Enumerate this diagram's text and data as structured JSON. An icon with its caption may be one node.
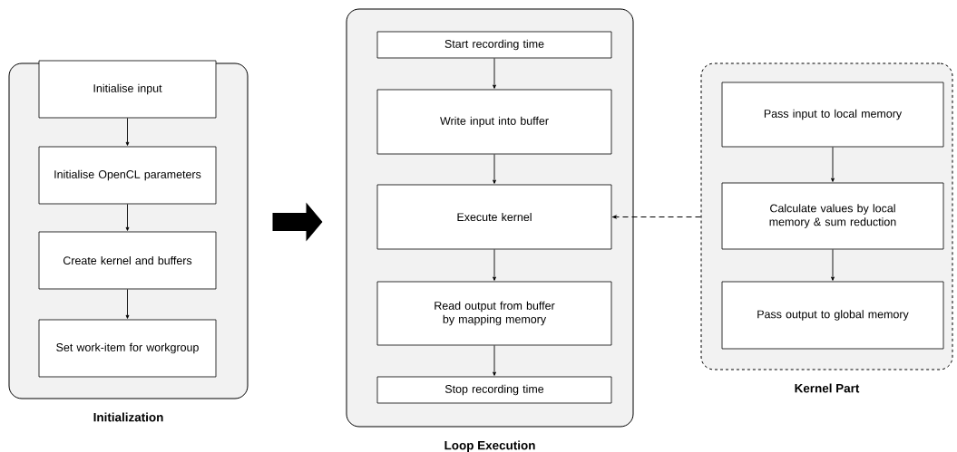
{
  "diagram": {
    "nodes": [
      {
        "text": [
          "Initialization"
        ]
      },
      {
        "text": [
          "Initialise input"
        ],
        "in": 0
      },
      {
        "text": [
          "Initialise OpenCL parameters"
        ],
        "in": 0
      },
      {
        "text": [
          "Create kernel and buffers"
        ],
        "in": 0
      },
      {
        "text": [
          "Set work-item for workgroup"
        ],
        "in": 0
      },
      {
        "text": [
          "Loop Execution"
        ]
      },
      {
        "text": [
          "Start recording time"
        ],
        "in": 5
      },
      {
        "text": [
          "Write input into buffer"
        ],
        "in": 5
      },
      {
        "text": [
          "Execute kernel"
        ],
        "in": 5
      },
      {
        "text": [
          "Read output from buffer by mapping memory"
        ],
        "in": 5
      },
      {
        "text": [
          "Stop recording time"
        ],
        "in": 5
      },
      {
        "text": [
          "Kernel Part"
        ]
      },
      {
        "text": [
          "Pass input to local memory"
        ],
        "in": 11
      },
      {
        "text": [
          "Calculate values by local memory & sum reduction"
        ],
        "in": 11
      },
      {
        "text": [
          "Pass output to global memory"
        ],
        "in": 11
      }
    ],
    "edges": [
      {
        "from": 1,
        "to": 2,
        "arrow": "to"
      },
      {
        "from": 2,
        "to": 3,
        "arrow": "to"
      },
      {
        "from": 3,
        "to": 4,
        "arrow": "to"
      },
      {
        "from": 0,
        "to": 5,
        "arrow": "to",
        "style": "thick"
      },
      {
        "from": 6,
        "to": 7,
        "arrow": "to"
      },
      {
        "from": 7,
        "to": 8,
        "arrow": "to"
      },
      {
        "from": 8,
        "to": 9,
        "arrow": "to"
      },
      {
        "from": 9,
        "to": 10,
        "arrow": "to"
      },
      {
        "from": 12,
        "to": 13,
        "arrow": "to"
      },
      {
        "from": 13,
        "to": 14,
        "arrow": "to"
      },
      {
        "from": 11,
        "to": 8,
        "arrow": "to",
        "style": "dashed"
      }
    ]
  }
}
